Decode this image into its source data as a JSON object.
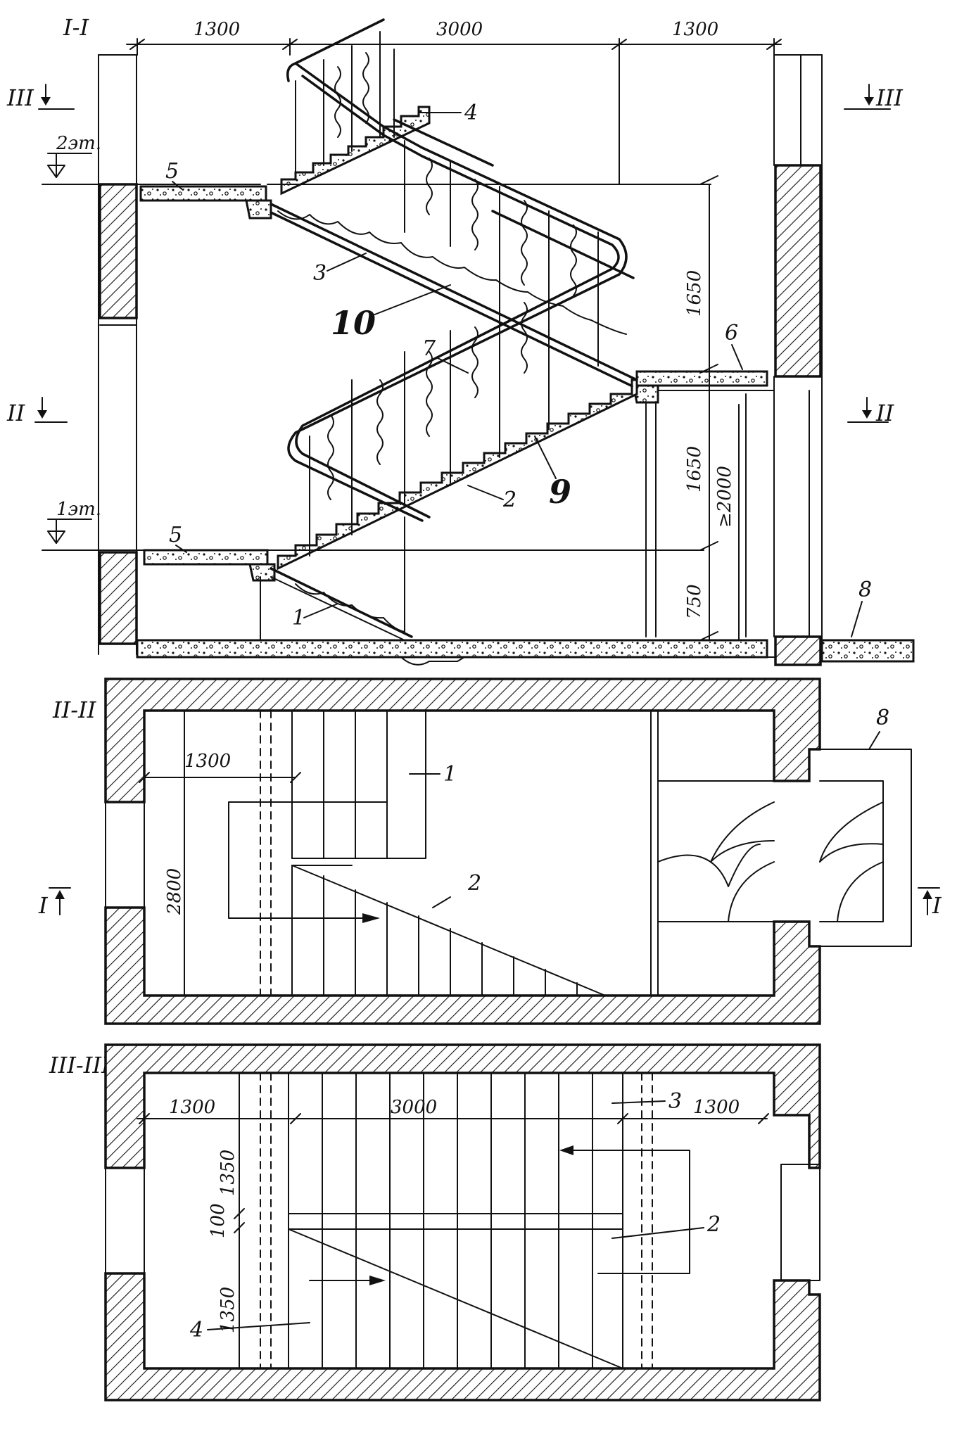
{
  "sections": {
    "section_1": "I-I",
    "section_2": "II-II",
    "section_3": "III-III"
  },
  "cut_marks": {
    "mark_3": "III",
    "mark_2": "II",
    "mark_1": "I"
  },
  "levels": {
    "floor_2": "2эт.",
    "floor_1": "1эт."
  },
  "dimensions": {
    "landing_width": "1300",
    "flight_length": "3000",
    "rise_upper": "1650",
    "rise_lower": "1650",
    "headroom": "≥2000",
    "entry_rise": "750",
    "plan_width": "2800",
    "flight_width": "1350",
    "gap": "100"
  },
  "callouts": {
    "c1": "1",
    "c2": "2",
    "c3": "3",
    "c4": "4",
    "c5": "5",
    "c6": "6",
    "c7": "7",
    "c8": "8",
    "c9": "9",
    "c10": "10"
  }
}
